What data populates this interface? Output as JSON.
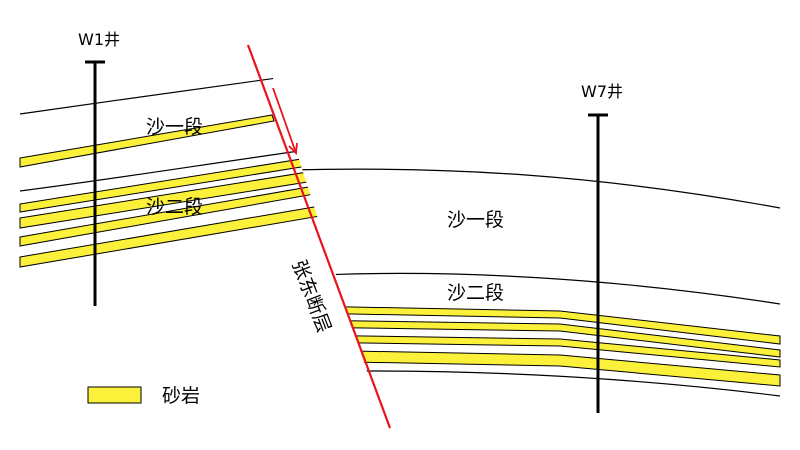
{
  "wells": {
    "w1": "W1井",
    "w7": "W7井"
  },
  "layers": {
    "left_sha1": "沙一段",
    "left_sha2": "沙二段",
    "right_sha1": "沙一段",
    "right_sha2": "沙二段"
  },
  "fault": {
    "name": "张东断层",
    "color": "#e8141c"
  },
  "legend": {
    "sandstone_label": "砂岩",
    "sandstone_color": "#fbf03a"
  }
}
